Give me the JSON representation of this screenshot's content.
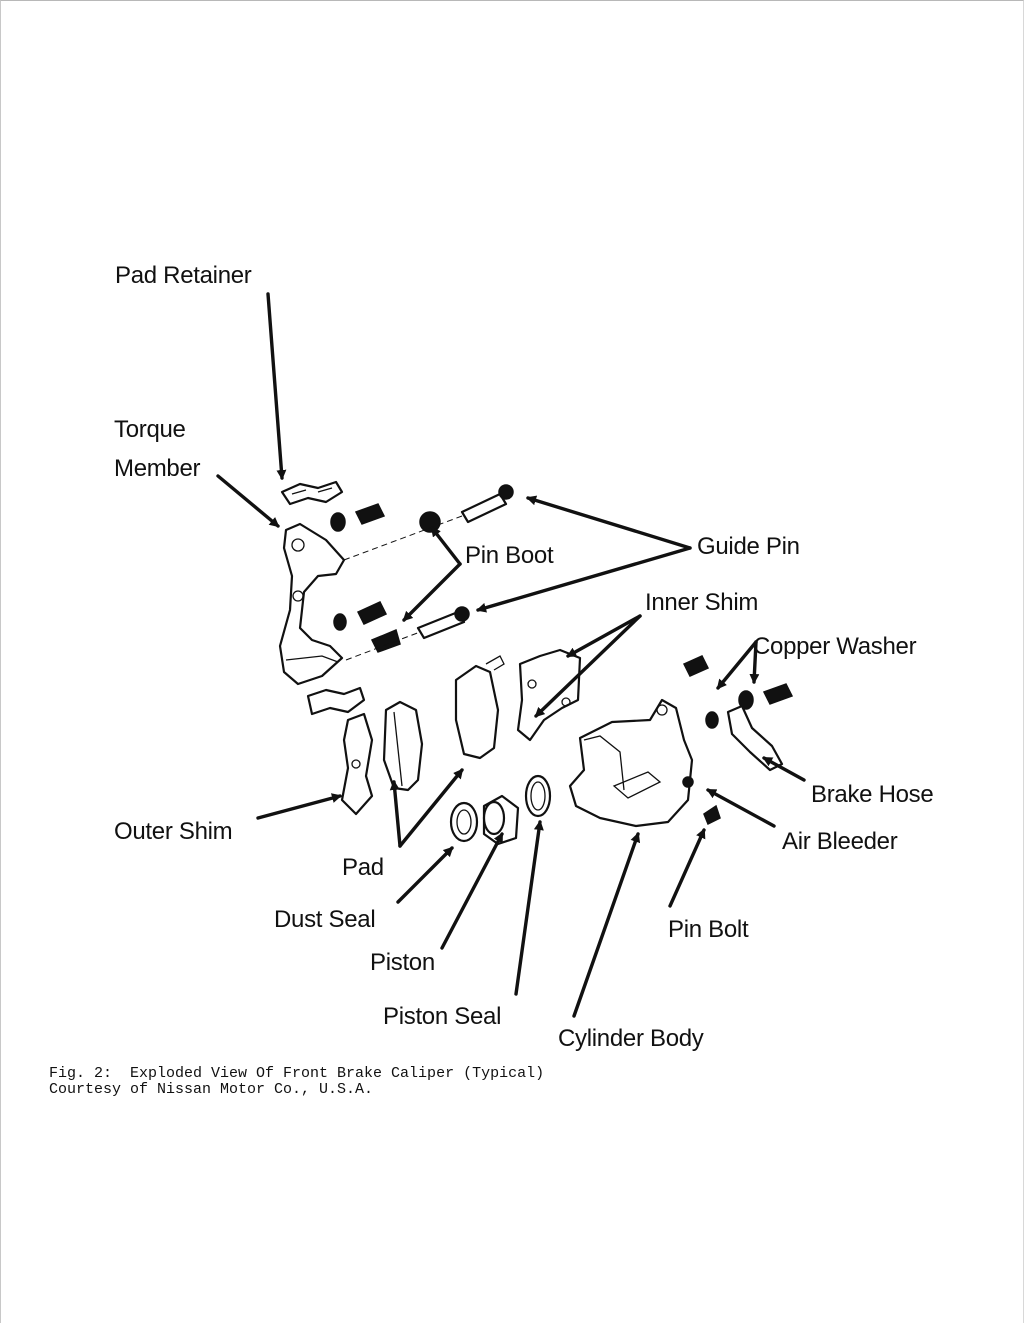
{
  "labels": {
    "pad_retainer": "Pad Retainer",
    "torque_line1": "Torque",
    "torque_line2": "Member",
    "pin_boot": "Pin Boot",
    "guide_pin": "Guide Pin",
    "inner_shim": "Inner Shim",
    "copper_washer": "Copper Washer",
    "brake_hose": "Brake Hose",
    "air_bleeder": "Air Bleeder",
    "outer_shim": "Outer Shim",
    "pad": "Pad",
    "dust_seal": "Dust Seal",
    "piston": "Piston",
    "piston_seal": "Piston Seal",
    "pin_bolt": "Pin Bolt",
    "cylinder_body": "Cylinder Body"
  },
  "caption": {
    "line1": "Fig. 2:  Exploded View Of Front Brake Caliper (Typical)",
    "line2": "Courtesy of Nissan Motor Co., U.S.A."
  }
}
